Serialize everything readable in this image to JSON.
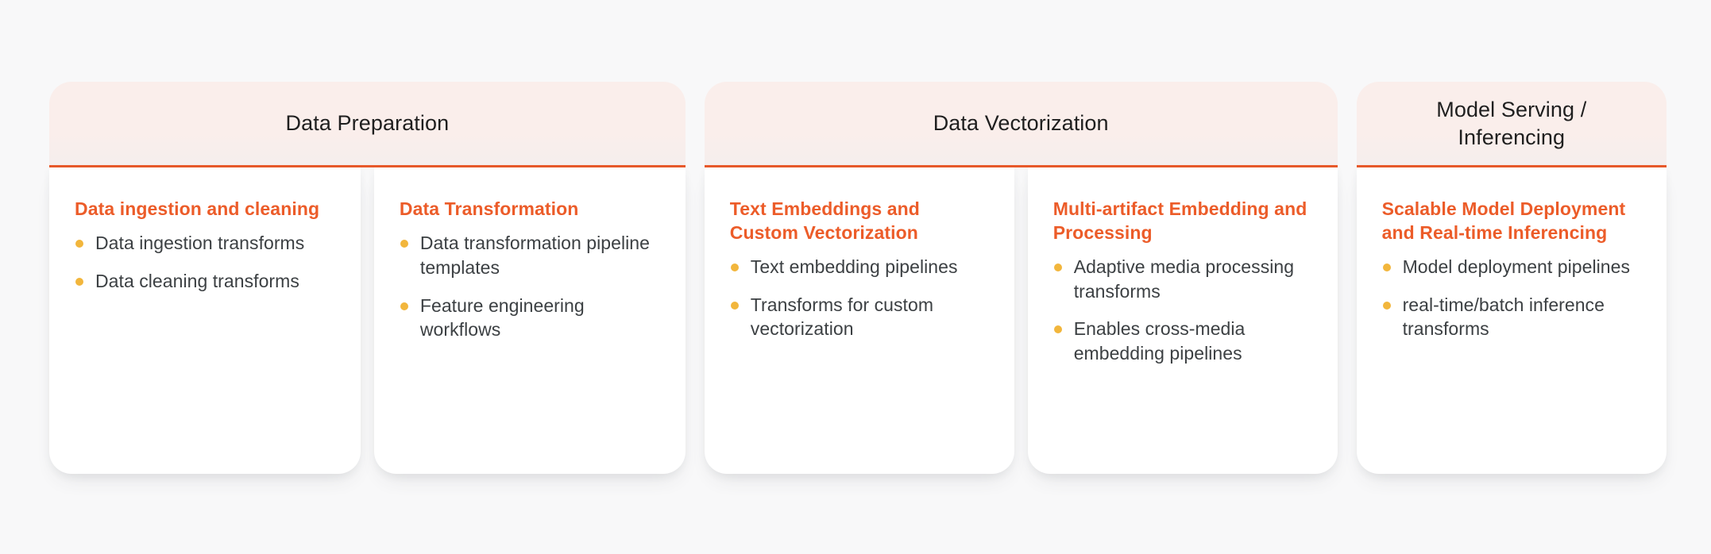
{
  "theme": {
    "page_background": "#f8f8f9",
    "header_background": "#faeeeb",
    "accent_rule": "#e8592b",
    "heading_orange": "#ec5c29",
    "bullet_amber": "#f2b63c",
    "body_text": "#3c4043",
    "group_title_text": "#1f1f1f",
    "card_background": "#ffffff"
  },
  "groups": [
    {
      "title": "Data Preparation",
      "cards": [
        {
          "title": "Data ingestion and cleaning",
          "bullets": [
            "Data ingestion transforms",
            "Data cleaning transforms"
          ]
        },
        {
          "title": "Data Transformation",
          "bullets": [
            "Data transformation pipeline templates",
            "Feature engineering workflows"
          ]
        }
      ]
    },
    {
      "title": "Data Vectorization",
      "cards": [
        {
          "title": "Text Embeddings and Custom Vectorization",
          "bullets": [
            "Text embedding pipelines",
            "Transforms for custom vectorization"
          ]
        },
        {
          "title": "Multi-artifact Embedding and Processing",
          "bullets": [
            "Adaptive media processing transforms",
            "Enables cross-media embedding pipelines"
          ]
        }
      ]
    },
    {
      "title": "Model Serving /\nInferencing",
      "cards": [
        {
          "title": "Scalable Model Deployment and Real-time Inferencing",
          "bullets": [
            "Model deployment pipelines",
            "real-time/batch inference transforms"
          ]
        }
      ]
    }
  ]
}
